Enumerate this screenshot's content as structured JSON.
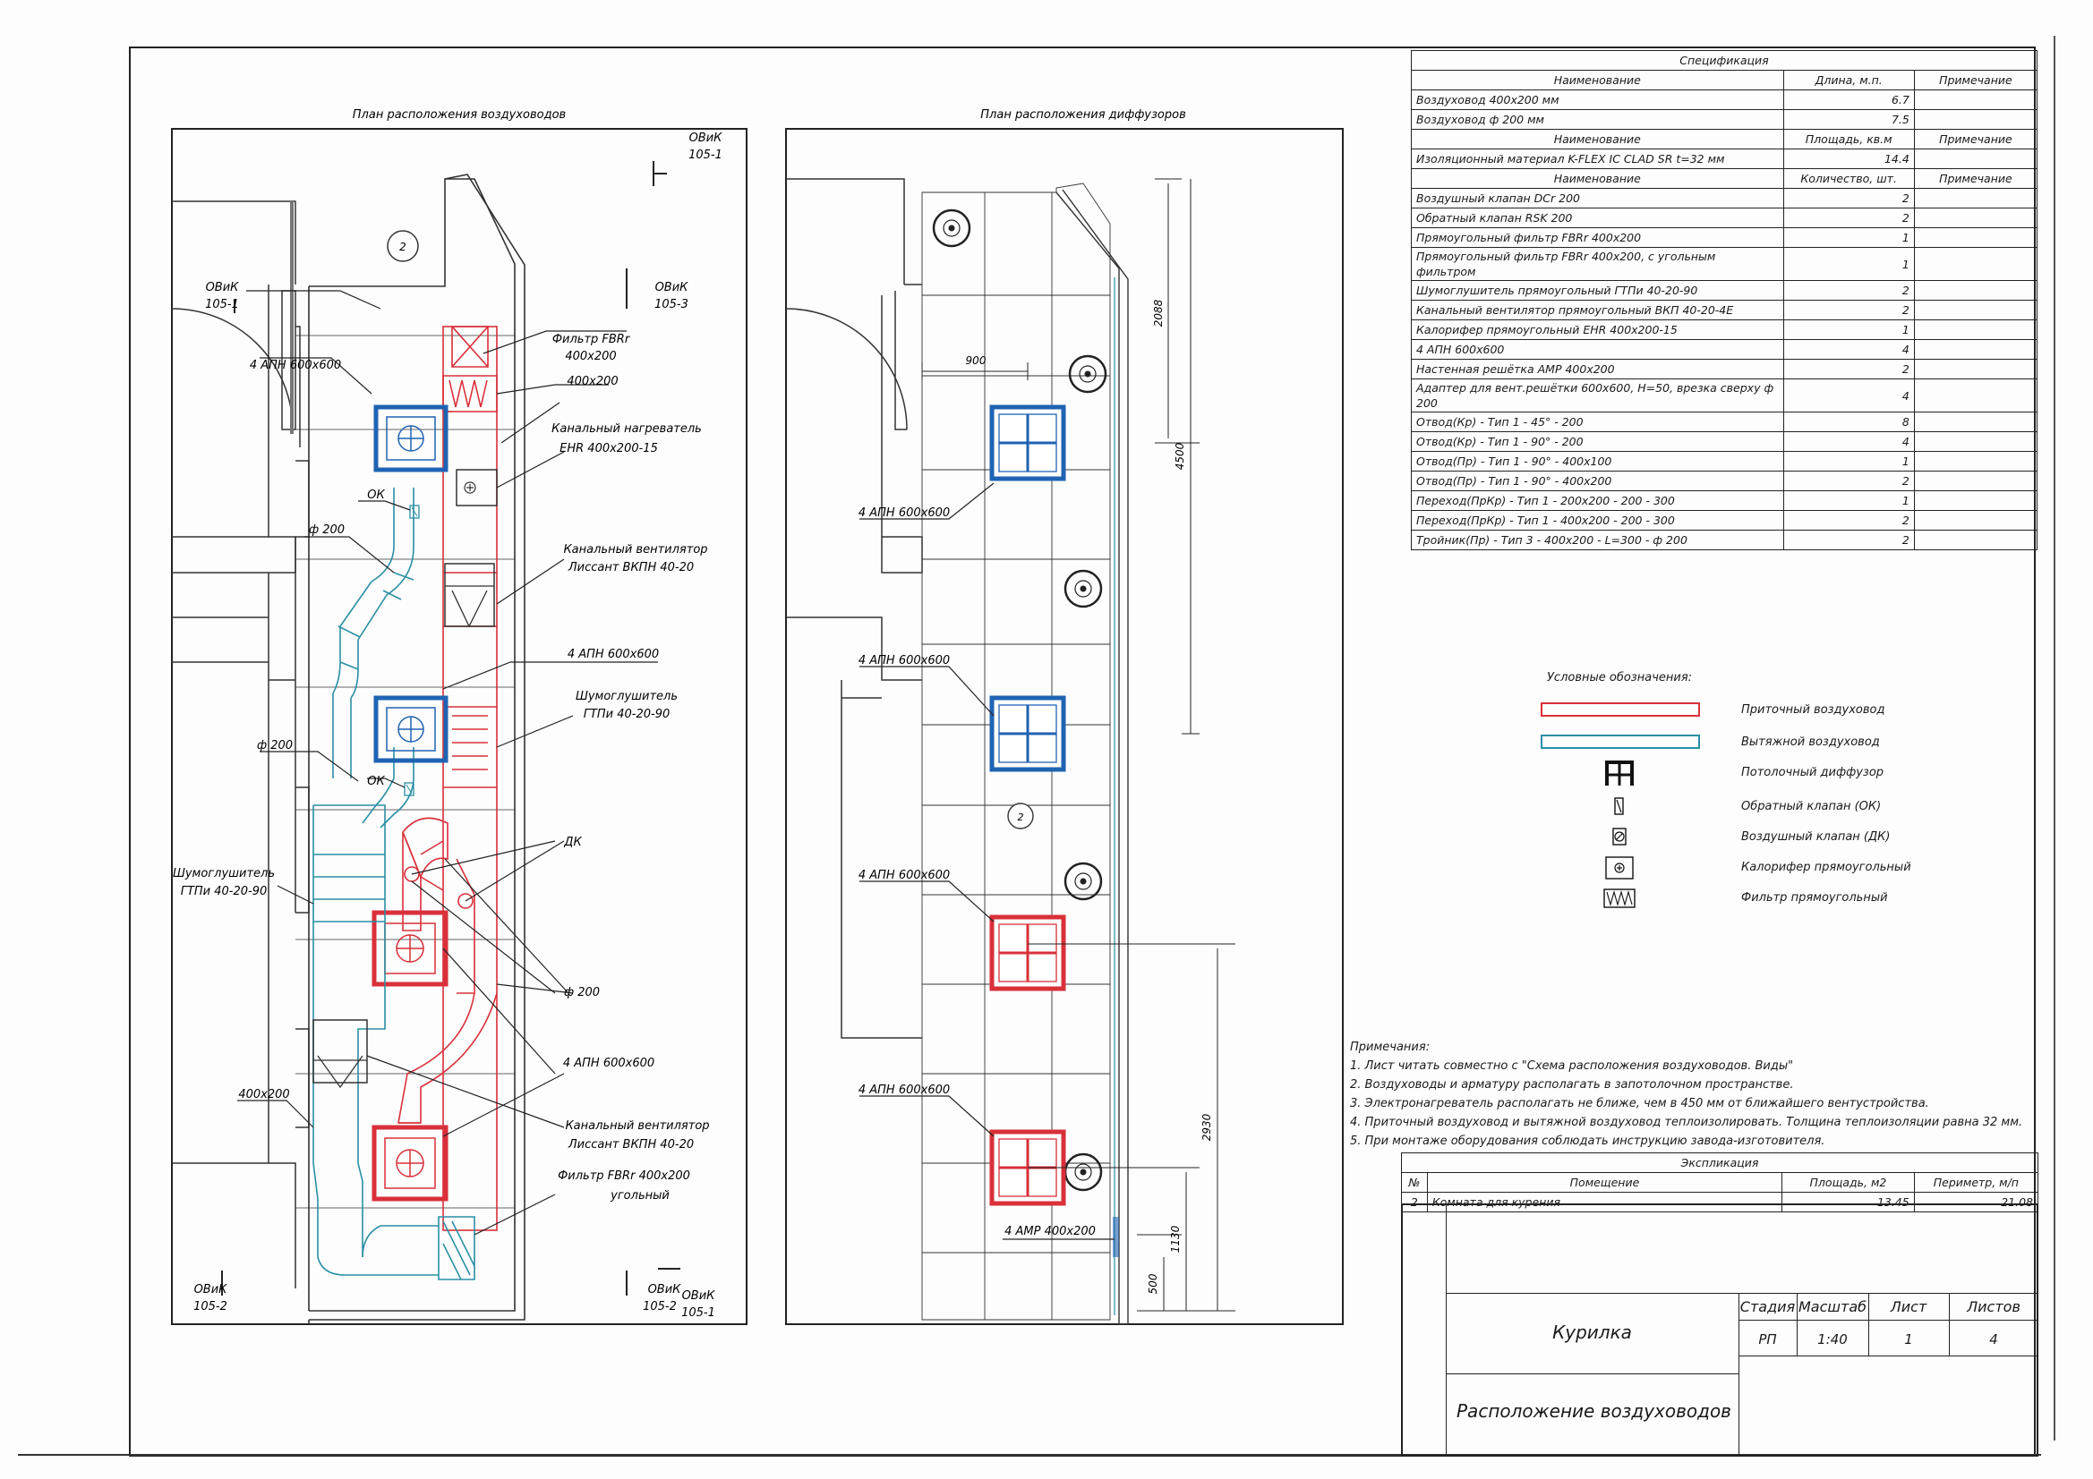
{
  "plan_left": {
    "title": "План расположения воздуховодов",
    "sections": [
      {
        "code": "ОВиК",
        "sheet": "105-1"
      },
      {
        "code": "ОВиК",
        "sheet": "105-3"
      },
      {
        "code": "ОВиК",
        "sheet": "105-1"
      },
      {
        "code": "ОВиК",
        "sheet": "105-2"
      },
      {
        "code": "ОВиК",
        "sheet": "105-2"
      },
      {
        "code": "ОВиК",
        "sheet": "105-1"
      }
    ],
    "room_tag": "2",
    "labels": {
      "filter_top": [
        "Фильтр FBRr",
        "400x200"
      ],
      "duct_400": "400x200",
      "heater": [
        "Канальный нагреватель",
        "EHR 400x200-15"
      ],
      "fan_top": [
        "Канальный вентилятор",
        "Лиссант ВКПН 40-20"
      ],
      "apn_1": "4 АПН 600x600",
      "apn_2": "4 АПН 600x600",
      "apn_3": "4 АПН 600x600",
      "ok_1": "ОК",
      "ok_2": "ОК",
      "phi_1": "ф 200",
      "phi_2": "ф 200",
      "phi_3": "ф 200",
      "silencer_right": [
        "Шумоглушитель",
        "ГТПи 40-20-90"
      ],
      "silencer_left": [
        "Шумоглушитель",
        "ГТПи 40-20-90"
      ],
      "dk": "ДК",
      "fan_bottom": [
        "Канальный вентилятор",
        "Лиссант ВКПН 40-20"
      ],
      "duct_400_left": "400x200",
      "filter_bottom": [
        "Фильтр FBRr 400x200",
        "угольный"
      ]
    }
  },
  "plan_right": {
    "title": "План расположения диффузоров",
    "room_tag": "2",
    "dims": {
      "d900": "900",
      "d2088": "2088",
      "d4500": "4500",
      "d2930": "2930",
      "d1130": "1130",
      "d500": "500"
    },
    "labels": {
      "apn_1": "4 АПН 600x600",
      "apn_2": "4 АПН 600x600",
      "apn_3": "4 АПН 600x600",
      "apn_4": "4 АПН 600x600",
      "amp": "4 АМР 400x200"
    }
  },
  "spec": {
    "title": "Спецификация",
    "sections": [
      {
        "header": {
          "name": "Наименование",
          "value": "Длина, м.п.",
          "note": "Примечание"
        },
        "rows": [
          {
            "name": "Воздуховод 400x200 мм",
            "value": "6.7",
            "note": ""
          },
          {
            "name": "Воздуховод ф 200 мм",
            "value": "7.5",
            "note": ""
          }
        ]
      },
      {
        "header": {
          "name": "Наименование",
          "value": "Площадь, кв.м",
          "note": "Примечание"
        },
        "rows": [
          {
            "name": "Изоляционный материал K-FLEX IC CLAD SR t=32 мм",
            "value": "14.4",
            "note": ""
          }
        ]
      },
      {
        "header": {
          "name": "Наименование",
          "value": "Количество, шт.",
          "note": "Примечание"
        },
        "rows": [
          {
            "name": "Воздушный клапан DCr 200",
            "value": "2",
            "note": ""
          },
          {
            "name": "Обратный клапан RSK 200",
            "value": "2",
            "note": ""
          },
          {
            "name": "Прямоугольный фильтр FBRr 400x200",
            "value": "1",
            "note": ""
          },
          {
            "name": "Прямоугольный фильтр FBRr 400x200, с угольным фильтром",
            "value": "1",
            "note": ""
          },
          {
            "name": "Шумоглушитель прямоугольный ГТПи 40-20-90",
            "value": "2",
            "note": ""
          },
          {
            "name": "Канальный вентилятор прямоугольный ВКП 40-20-4Е",
            "value": "2",
            "note": ""
          },
          {
            "name": "Калорифер прямоугольный EHR 400x200-15",
            "value": "1",
            "note": ""
          },
          {
            "name": "4 АПН 600x600",
            "value": "4",
            "note": ""
          },
          {
            "name": "Настенная решётка АМР 400x200",
            "value": "2",
            "note": ""
          },
          {
            "name": "Адаптер для вент.решётки 600x600, H=50, врезка сверху ф 200",
            "value": "4",
            "note": ""
          },
          {
            "name": "Отвод(Кр) - Тип 1 - 45° - 200",
            "value": "8",
            "note": ""
          },
          {
            "name": "Отвод(Кр) - Тип 1 - 90° - 200",
            "value": "4",
            "note": ""
          },
          {
            "name": "Отвод(Пр) - Тип 1 - 90° - 400x100",
            "value": "1",
            "note": ""
          },
          {
            "name": "Отвод(Пр) - Тип 1 - 90° - 400x200",
            "value": "2",
            "note": ""
          },
          {
            "name": "Переход(ПрКр) - Тип 1 - 200x200 - 200 - 300",
            "value": "1",
            "note": ""
          },
          {
            "name": "Переход(ПрКр) - Тип 1 - 400x200 - 200 - 300",
            "value": "2",
            "note": ""
          },
          {
            "name": "Тройник(Пр) - Тип 3 - 400x200 - L=300 - ф 200",
            "value": "2",
            "note": ""
          }
        ]
      }
    ]
  },
  "legend": {
    "title": "Условные обозначения:",
    "items": [
      {
        "label": "Приточный воздуховод",
        "icon": "supply-duct-line",
        "color": "#d9303a"
      },
      {
        "label": "Вытяжной воздуховод",
        "icon": "exhaust-duct-line",
        "color": "#2a8fa5"
      },
      {
        "label": "Потолочный диффузор",
        "icon": "ceiling-diffuser-symbol"
      },
      {
        "label": "Обратный клапан (ОК)",
        "icon": "check-valve-symbol"
      },
      {
        "label": "Воздушный клапан (ДК)",
        "icon": "air-damper-symbol"
      },
      {
        "label": "Калорифер прямоугольный",
        "icon": "heater-symbol"
      },
      {
        "label": "Фильтр прямоугольный",
        "icon": "filter-symbol"
      }
    ]
  },
  "notes": {
    "title": "Примечания:",
    "items": [
      "1. Лист читать совместно с \"Схема расположения воздуховодов. Виды\"",
      "2. Воздуховоды и арматуру располагать в запотолочном пространстве.",
      "3. Электронагреватель располагать не ближе, чем в 450 мм от ближайшего вентустройства.",
      "4. Приточный воздуховод и вытяжной воздуховод теплоизолировать. Толщина теплоизоляции равна 32 мм.",
      "5. При монтаже оборудования соблюдать инструкцию завода-изготовителя."
    ]
  },
  "explication": {
    "title": "Экспликация",
    "headers": {
      "num": "№",
      "room": "Помещение",
      "area": "Площадь, м2",
      "perimeter": "Периметр, м/п"
    },
    "rows": [
      {
        "num": "2",
        "room": "Комната для курения",
        "area": "13.45",
        "perimeter": "21.08"
      }
    ]
  },
  "title_block": {
    "object": "Курилка",
    "sheet_name": "Расположение воздуховодов",
    "headers": {
      "stage": "Стадия",
      "scale": "Масштаб",
      "sheet": "Лист",
      "sheets": "Листов"
    },
    "values": {
      "stage": "РП",
      "scale": "1:40",
      "sheet": "1",
      "sheets": "4"
    }
  },
  "colors": {
    "supply": "#d9303a",
    "exhaust": "#2a8fa5",
    "diffuser_blue": "#1f63b3",
    "line": "#2a2a2a"
  }
}
